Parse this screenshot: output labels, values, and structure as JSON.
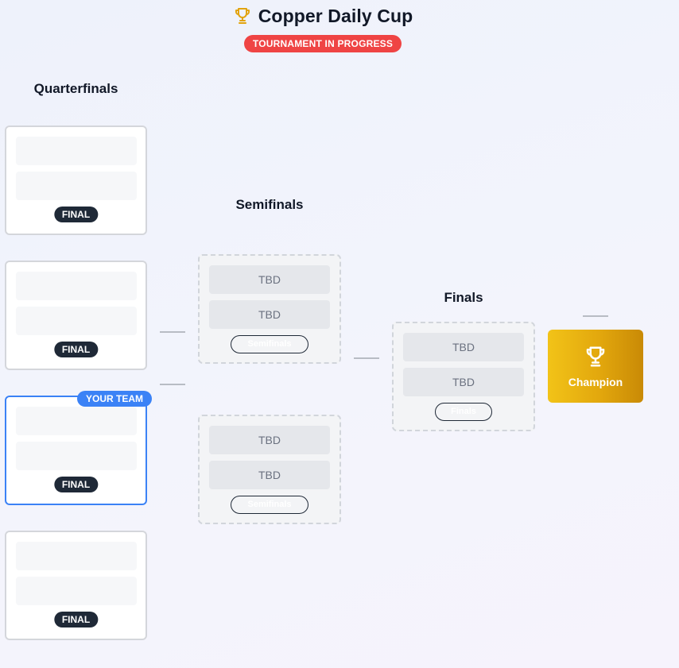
{
  "header": {
    "title": "Copper Daily Cup",
    "status": "TOURNAMENT IN PROGRESS",
    "trophy_icon": "trophy-icon",
    "trophy_color": "#e2a30c",
    "status_color": "#ef4444"
  },
  "rounds": {
    "quarterfinals": {
      "title": "Quarterfinals",
      "matches": [
        {
          "status": "FINAL"
        },
        {
          "status": "FINAL"
        },
        {
          "status": "FINAL",
          "badge": "YOUR TEAM"
        },
        {
          "status": "FINAL"
        }
      ]
    },
    "semifinals": {
      "title": "Semifinals",
      "matches": [
        {
          "team1": "TBD",
          "team2": "TBD",
          "label": "Semifinals"
        },
        {
          "team1": "TBD",
          "team2": "TBD",
          "label": "Semifinals"
        }
      ]
    },
    "finals": {
      "title": "Finals",
      "match": {
        "team1": "TBD",
        "team2": "TBD",
        "label": "Finals"
      }
    }
  },
  "champion": {
    "label": "Champion",
    "icon": "trophy-icon",
    "color": "#e2a70d"
  },
  "colors": {
    "accent_blue": "#3b82f6",
    "dark_pill": "#1f2937"
  }
}
